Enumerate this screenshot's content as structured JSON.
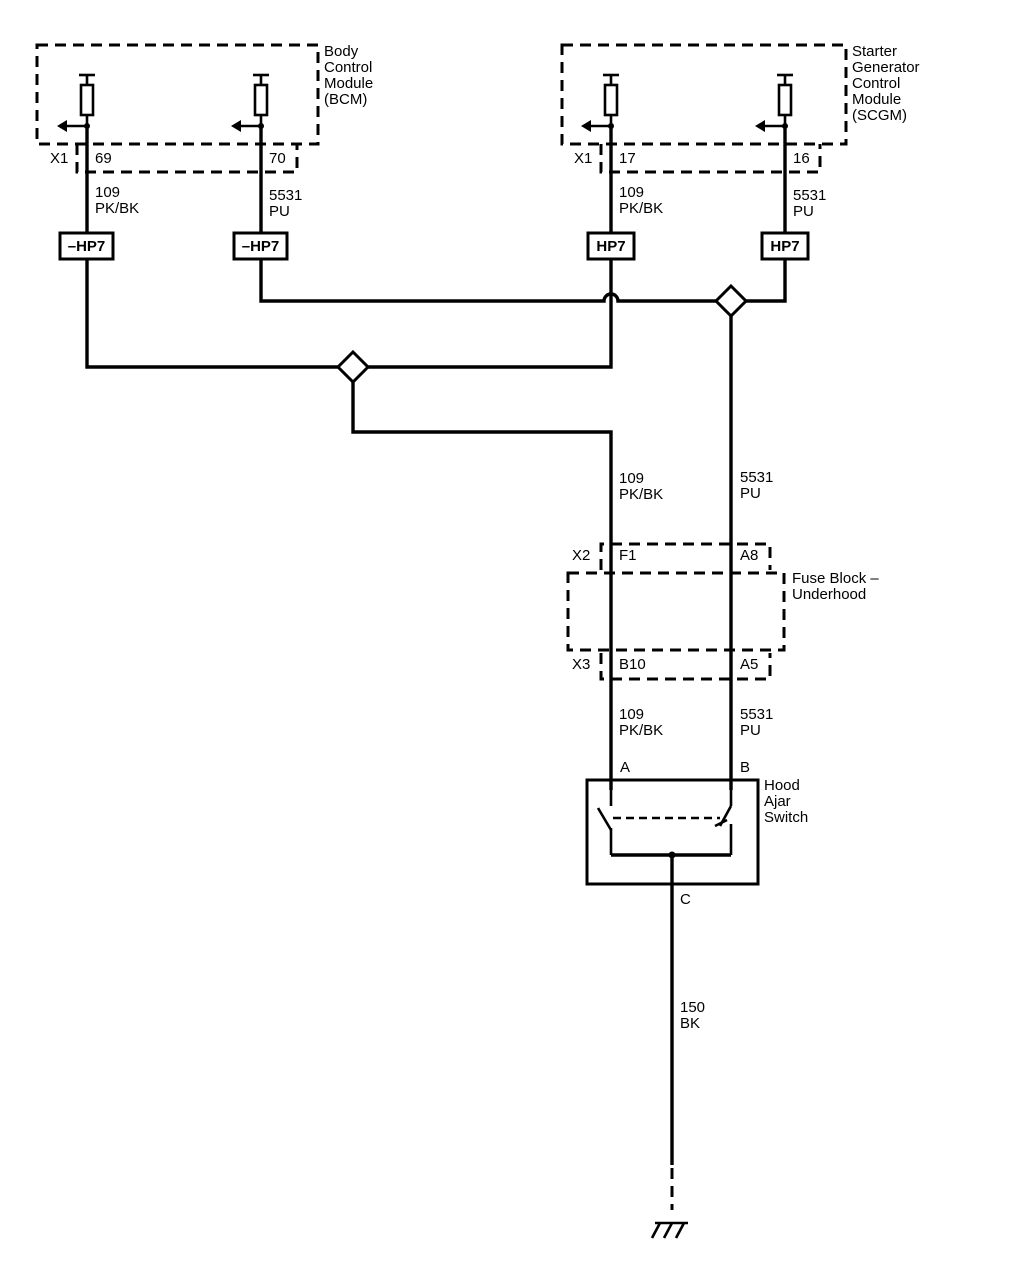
{
  "modules": {
    "bcm": {
      "label_lines": [
        "Body",
        "Control",
        "Module",
        "(BCM)"
      ],
      "connector": "X1",
      "pin_a": "69",
      "pin_b": "70"
    },
    "scgm": {
      "label_lines": [
        "Starter",
        "Generator",
        "Control",
        "Module",
        "(SCGM)"
      ],
      "connector": "X1",
      "pin_a": "17",
      "pin_b": "16"
    }
  },
  "wires": {
    "bcm_a": {
      "circuit": "109",
      "color": "PK/BK"
    },
    "bcm_b": {
      "circuit": "5531",
      "color": "PU"
    },
    "scgm_a": {
      "circuit": "109",
      "color": "PK/BK"
    },
    "scgm_b": {
      "circuit": "5531",
      "color": "PU"
    },
    "mid_a": {
      "circuit": "109",
      "color": "PK/BK"
    },
    "mid_b": {
      "circuit": "5531",
      "color": "PU"
    },
    "low_a": {
      "circuit": "109",
      "color": "PK/BK"
    },
    "low_b": {
      "circuit": "5531",
      "color": "PU"
    },
    "ground": {
      "circuit": "150",
      "color": "BK"
    }
  },
  "connector_boxes": {
    "bcm_a": "–HP7",
    "bcm_b": "–HP7",
    "scgm_a": "HP7",
    "scgm_b": "HP7"
  },
  "fuse_block": {
    "label_lines": [
      "Fuse Block –",
      "Underhood"
    ],
    "top_connector": "X2",
    "top_pin_a": "F1",
    "top_pin_b": "A8",
    "bottom_connector": "X3",
    "bottom_pin_a": "B10",
    "bottom_pin_b": "A5"
  },
  "switch": {
    "label_lines": [
      "Hood",
      "Ajar",
      "Switch"
    ],
    "pin_a": "A",
    "pin_b": "B",
    "pin_c": "C"
  }
}
